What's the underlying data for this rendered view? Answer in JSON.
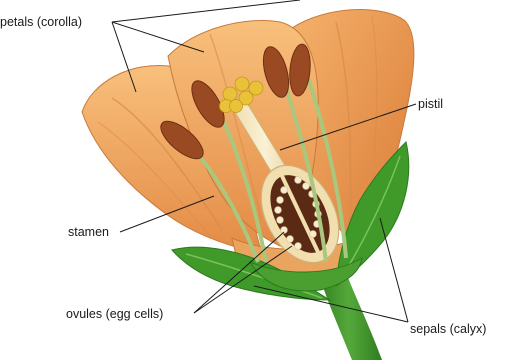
{
  "diagram": {
    "labels": {
      "petals": "petals (corolla)",
      "pistil": "pistil",
      "stamen": "stamen",
      "ovules": "ovules (egg cells)",
      "sepals": "sepals (calyx)"
    },
    "colors": {
      "petal_light": "#f6b36b",
      "petal_mid": "#e9954e",
      "petal_dark": "#c8702c",
      "sepal": "#3f9a2a",
      "sepal_dark": "#2b7a1e",
      "stem": "#3d8f29",
      "filament": "#a9c77d",
      "anther": "#9a4a22",
      "pollen": "#e9c23a",
      "ovary_wall": "#f3e3b8",
      "ovary_inside": "#5a2a14",
      "ovule": "#f7ecd0",
      "label_text": "#1a1a1a"
    }
  }
}
